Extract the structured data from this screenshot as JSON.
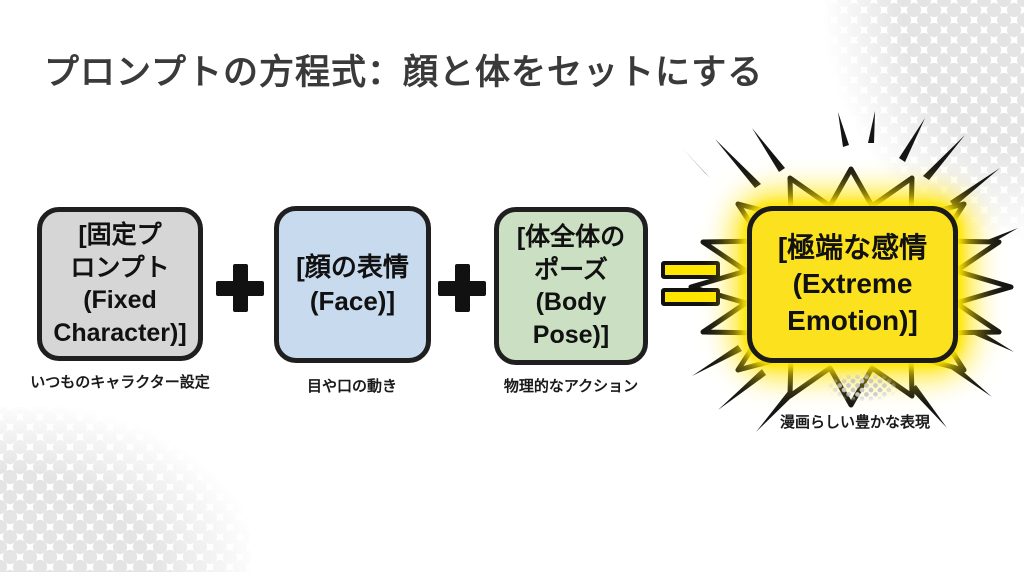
{
  "slide": {
    "title": "プロンプトの方程式：顔と体をセットにする"
  },
  "equation": {
    "terms": [
      {
        "text": "[固定プ\nロンプト\n(Fixed\nCharacter)]",
        "caption": "いつものキャラクター設定"
      },
      {
        "text": "[顔の表情\n(Face)]",
        "caption": "目や口の動き"
      },
      {
        "text": "[体全体の\nポーズ\n(Body\nPose)]",
        "caption": "物理的なアクション"
      }
    ],
    "plus_symbol": "+",
    "equals_symbol": "=",
    "result": {
      "text": "[極端な感情\n(Extreme\nEmotion)]",
      "caption": "漫画らしい豊かな表現"
    }
  },
  "colors": {
    "fixed_box_bg": "#d6d6d6",
    "face_box_bg": "#c8daed",
    "body_box_bg": "#cbe0c2",
    "result_box_bg": "#fbe11e",
    "result_glow": "#ffe600",
    "equals_bar_bg": "#ffe600",
    "box_border": "#1f1f1f",
    "operator": "#111111",
    "title_text": "#3a3a3a",
    "halftone_dot": "#e4e4e4",
    "background": "#ffffff"
  }
}
